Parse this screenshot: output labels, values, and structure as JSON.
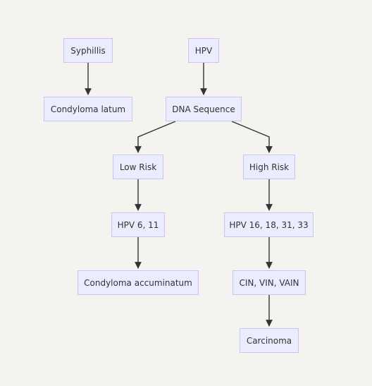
{
  "nodes": {
    "syphillis": "Syphillis",
    "condyloma_latum": "Condyloma latum",
    "hpv": "HPV",
    "dna_sequence": "DNA Sequence",
    "low_risk": "Low Risk",
    "high_risk": "High Risk",
    "hpv_6_11": "HPV 6, 11",
    "hpv_16_18_31_33": "HPV 16, 18, 31, 33",
    "condyloma_accuminatum": "Condyloma accuminatum",
    "cin_vin_vain": "CIN, VIN, VAIN",
    "carcinoma": "Carcinoma"
  },
  "edges": [
    [
      "syphillis",
      "condyloma_latum"
    ],
    [
      "hpv",
      "dna_sequence"
    ],
    [
      "dna_sequence",
      "low_risk"
    ],
    [
      "dna_sequence",
      "high_risk"
    ],
    [
      "low_risk",
      "hpv_6_11"
    ],
    [
      "high_risk",
      "hpv_16_18_31_33"
    ],
    [
      "hpv_6_11",
      "condyloma_accuminatum"
    ],
    [
      "hpv_16_18_31_33",
      "cin_vin_vain"
    ],
    [
      "cin_vin_vain",
      "carcinoma"
    ]
  ],
  "colors": {
    "background": "#f4f3ef",
    "node_fill": "#ececff",
    "node_border": "#c6c6f5",
    "text": "#333333",
    "edge": "#333333"
  }
}
